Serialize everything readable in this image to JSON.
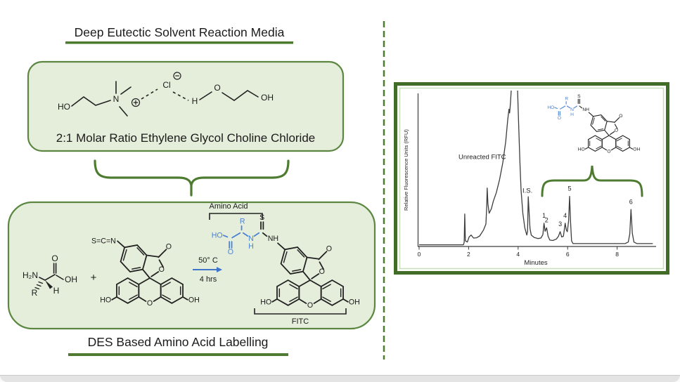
{
  "page": {
    "colors": {
      "accent_green": "#4d7c31",
      "box_fill": "#e5eedb",
      "box_border": "#5b8740",
      "frame_green": "#416d28",
      "structure_blue": "#4b82d4",
      "trace_gray": "#3d3d3d",
      "bottom_bar": "#e4e4e4"
    }
  },
  "left_panel": {
    "top_section": {
      "title": "Deep Eutectic Solvent Reaction Media",
      "box_caption": "2:1 Molar Ratio Ethylene Glycol Choline Chloride",
      "atoms": {
        "ho": "HO",
        "n": "N",
        "cl": "Cl",
        "h": "H",
        "o": "O",
        "oh": "OH"
      }
    },
    "bottom_section": {
      "title": "DES Based Amino Acid Labelling",
      "amino_acid_bracket_label": "Amino Acid",
      "fitc_bracket_label": "FITC",
      "plus_sign": "+",
      "conditions": {
        "temperature": "50° C",
        "time": "4 hrs"
      },
      "amino_acid_atoms": {
        "h2n": "H₂N",
        "o": "O",
        "oh": "OH",
        "r": "R",
        "h": "H"
      },
      "fitc_core_atoms": {
        "ring_o": "O",
        "lactone_o": "O",
        "carbonyl_o": "O",
        "ho": "HO",
        "oh": "OH"
      },
      "isothiocyanate_label": "S=C=N",
      "product_atoms": {
        "nh": "NH",
        "s": "S",
        "n": "N",
        "h": "H",
        "r": "R",
        "ho": "HO",
        "o": "O"
      }
    }
  },
  "chart_data": {
    "type": "line",
    "title": "",
    "xlabel": "Minutes",
    "ylabel": "Relative Fluorescence Units (RFU)",
    "x_ticks": [
      0,
      2,
      4,
      6,
      8
    ],
    "x_range": [
      0,
      9.45
    ],
    "y_range": [
      0,
      1.05
    ],
    "grid": false,
    "legend": "none",
    "annotations": [
      {
        "text": "Unreacted FITC",
        "t": 2.55,
        "h": 0.565
      },
      {
        "text": "I.S.",
        "t": 4.38,
        "h": 0.344
      }
    ],
    "peaks": [
      {
        "label": "1",
        "t": 5.045,
        "h": 0.145
      },
      {
        "label": "2",
        "t": 5.15,
        "h": 0.115
      },
      {
        "label": "3",
        "t": 5.7,
        "h": 0.09
      },
      {
        "label": "4",
        "t": 5.9,
        "h": 0.145
      },
      {
        "label": "5",
        "t": 6.08,
        "h": 0.32
      },
      {
        "label": "6",
        "t": 8.56,
        "h": 0.235
      }
    ],
    "trace": [
      [
        0,
        0.004
      ],
      [
        1.79,
        0.004
      ],
      [
        1.82,
        0.02
      ],
      [
        1.845,
        0.205
      ],
      [
        1.87,
        0.03
      ],
      [
        1.95,
        0.022
      ],
      [
        2.02,
        0.055
      ],
      [
        2.1,
        0.068
      ],
      [
        2.2,
        0.048
      ],
      [
        2.32,
        0.05
      ],
      [
        2.45,
        0.062
      ],
      [
        2.6,
        0.1
      ],
      [
        2.7,
        0.14
      ],
      [
        2.73,
        0.25
      ],
      [
        2.75,
        0.375
      ],
      [
        2.78,
        0.27
      ],
      [
        2.83,
        0.21
      ],
      [
        2.92,
        0.24
      ],
      [
        3.0,
        0.29
      ],
      [
        3.12,
        0.345
      ],
      [
        3.25,
        0.43
      ],
      [
        3.38,
        0.54
      ],
      [
        3.5,
        0.68
      ],
      [
        3.58,
        0.82
      ],
      [
        3.63,
        0.89
      ],
      [
        3.655,
        0.865
      ],
      [
        3.69,
        0.93
      ],
      [
        3.74,
        1.06
      ],
      [
        3.97,
        1.06
      ],
      [
        4.02,
        0.8
      ],
      [
        4.07,
        0.55
      ],
      [
        4.12,
        0.36
      ],
      [
        4.19,
        0.21
      ],
      [
        4.27,
        0.115
      ],
      [
        4.35,
        0.068
      ],
      [
        4.38,
        0.09
      ],
      [
        4.41,
        0.318
      ],
      [
        4.445,
        0.21
      ],
      [
        4.48,
        0.11
      ],
      [
        4.53,
        0.068
      ],
      [
        4.65,
        0.052
      ],
      [
        4.8,
        0.045
      ],
      [
        4.92,
        0.048
      ],
      [
        5.0,
        0.07
      ],
      [
        5.045,
        0.145
      ],
      [
        5.09,
        0.092
      ],
      [
        5.15,
        0.115
      ],
      [
        5.21,
        0.06
      ],
      [
        5.28,
        0.035
      ],
      [
        5.4,
        0.032
      ],
      [
        5.55,
        0.042
      ],
      [
        5.63,
        0.06
      ],
      [
        5.7,
        0.09
      ],
      [
        5.76,
        0.055
      ],
      [
        5.83,
        0.06
      ],
      [
        5.9,
        0.145
      ],
      [
        5.95,
        0.1
      ],
      [
        5.99,
        0.09
      ],
      [
        6.04,
        0.16
      ],
      [
        6.08,
        0.32
      ],
      [
        6.12,
        0.15
      ],
      [
        6.16,
        0.03
      ],
      [
        6.22,
        0.012
      ],
      [
        8.32,
        0.012
      ],
      [
        8.45,
        0.022
      ],
      [
        8.51,
        0.075
      ],
      [
        8.56,
        0.235
      ],
      [
        8.615,
        0.08
      ],
      [
        8.68,
        0.022
      ],
      [
        8.8,
        0.012
      ],
      [
        9.44,
        0.012
      ]
    ]
  }
}
